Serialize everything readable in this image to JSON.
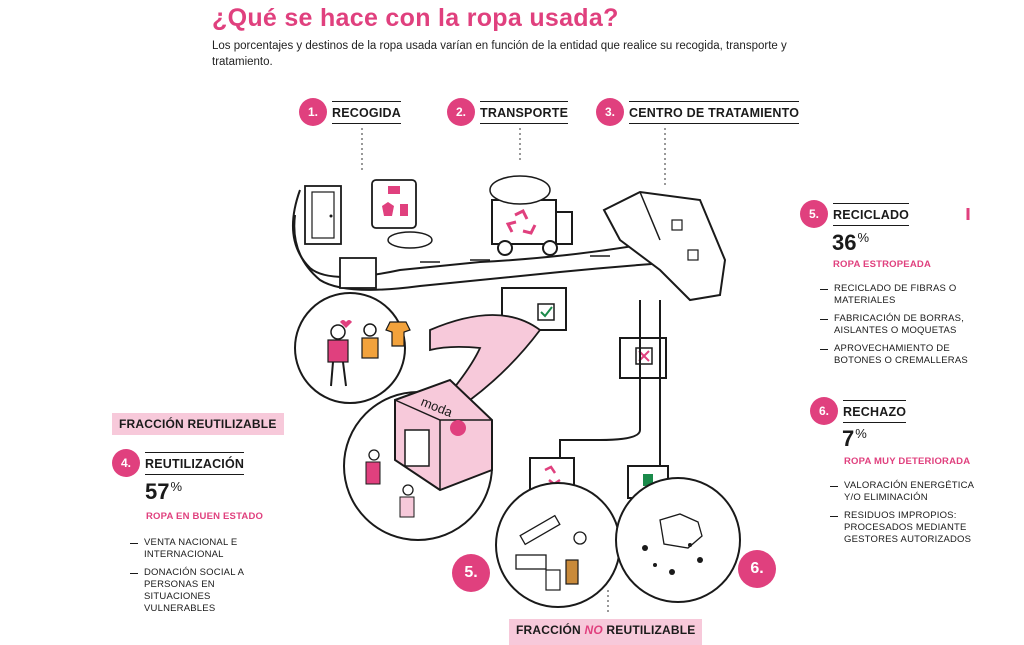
{
  "header": {
    "title": "¿Qué se hace con la ropa usada?",
    "subtitle": "Los porcentajes y destinos de la ropa usada varían en función de la entidad que realice su recogida, transporte y tratamiento."
  },
  "steps": {
    "s1": {
      "num": "1.",
      "label": "RECOGIDA"
    },
    "s2": {
      "num": "2.",
      "label": "TRANSPORTE"
    },
    "s3": {
      "num": "3.",
      "label": "CENTRO DE TRATAMIENTO"
    }
  },
  "reciclado": {
    "num": "5.",
    "label": "RECICLADO",
    "percent": "36",
    "percent_sign": "%",
    "category": "ROPA ESTROPEADA",
    "items": [
      "RECICLADO DE FIBRAS O MATERIALES",
      "FABRICACIÓN DE BORRAS, AISLANTES O MOQUETAS",
      "APROVECHAMIENTO DE BOTONES O CREMALLERAS"
    ]
  },
  "rechazo": {
    "num": "6.",
    "label": "RECHAZO",
    "percent": "7",
    "percent_sign": "%",
    "category": "ROPA MUY DETERIORADA",
    "items": [
      "VALORACIÓN ENERGÉTICA Y/O ELIMINACIÓN",
      "RESIDUOS IMPROPIOS: PROCESADOS MEDIANTE GESTORES AUTORIZADOS"
    ]
  },
  "reutilizacion": {
    "fraction_label": "FRACCIÓN REUTILIZABLE",
    "num": "4.",
    "label": "REUTILIZACIÓN",
    "percent": "57",
    "percent_sign": "%",
    "category": "ROPA EN BUEN ESTADO",
    "items": [
      "VENTA NACIONAL E INTERNACIONAL",
      "DONACIÓN SOCIAL A PERSONAS EN SITUACIONES VULNERABLES"
    ]
  },
  "no_reutilizable": {
    "prefix": "FRACCIÓN ",
    "no": "NO",
    "suffix": " REUTILIZABLE"
  },
  "circle_labels": {
    "c5": "5.",
    "c6": "6."
  },
  "illustration": {
    "shop_sign": "moda"
  },
  "colors": {
    "accent": "#e0407e",
    "highlight": "#f7c9da"
  }
}
